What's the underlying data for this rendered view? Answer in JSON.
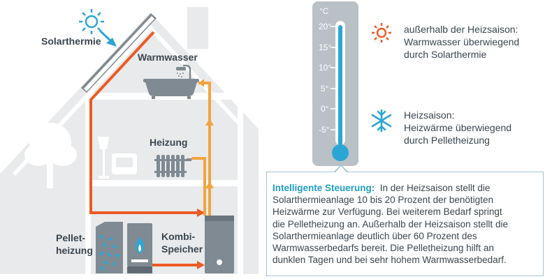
{
  "labels": {
    "solarthermie": "Solarthermie",
    "warmwasser": "Warmwasser",
    "heizung": "Heizung",
    "pellet_line1": "Pellet-",
    "pellet_line2": "heizung",
    "kombi_line1": "Kombi-",
    "kombi_line2": "Speicher"
  },
  "thermometer": {
    "unit": "°C",
    "ticks": [
      "20°",
      "15°",
      "10°",
      "5°",
      "0°",
      "-5°"
    ]
  },
  "legend": {
    "summer_line1": "außerhalb der Heizsaison:",
    "summer_line2": "Warmwasser überwiegend",
    "summer_line3": "durch Solarthermie",
    "winter_line1": "Heizsaison:",
    "winter_line2": "Heizwärme überwiegend",
    "winter_line3": "durch Pelletheizung"
  },
  "info": {
    "heading": "Intelligente Steuerung:",
    "line1": "In der Heizsaison stellt die",
    "line2": "Solarthermieanlage 10 bis 20 Prozent der benötigten",
    "line3": "Heizwärme zur Verfügung. Bei weiterem Bedarf springt",
    "line4": "die Pelletheizung an. Außerhalb der Heizsaison stellt die",
    "line5": "Solarthermieanlage deutlich über 60 Prozent des",
    "line6": "Warmwasserbedarfs bereit. Die Pelletheizung hilft an",
    "line7": "dunklen Tagen und bei sehr hohem Warmwasserbedarf."
  },
  "colors": {
    "orange": "#ee5a24",
    "blue": "#2ba6d4",
    "house_fill": "#e9ebec",
    "house_dark": "#7f8a92",
    "wall": "#ffffff"
  }
}
